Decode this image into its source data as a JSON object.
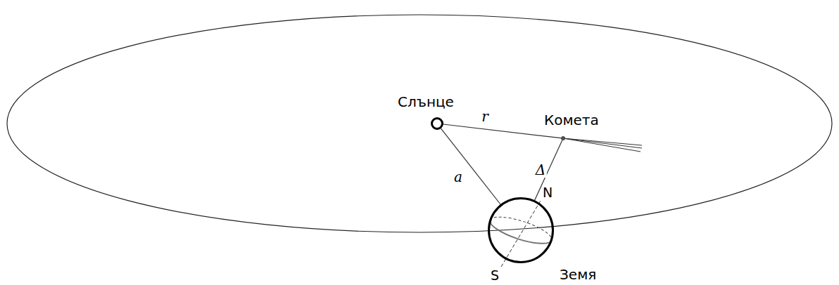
{
  "diagram": {
    "nodes": [
      {
        "text": [
          "Слънце"
        ]
      },
      {
        "text": [
          "Комета"
        ]
      },
      {
        "text": [
          "Земя"
        ]
      }
    ],
    "edges": [
      {
        "from": 0,
        "to": 1,
        "label": "r",
        "arrow": "none"
      },
      {
        "from": 0,
        "to": 2,
        "label": "a",
        "arrow": "none"
      },
      {
        "from": 2,
        "to": 1,
        "label": "Δ",
        "arrow": "none"
      }
    ],
    "labels": [
      "N",
      "S"
    ]
  }
}
